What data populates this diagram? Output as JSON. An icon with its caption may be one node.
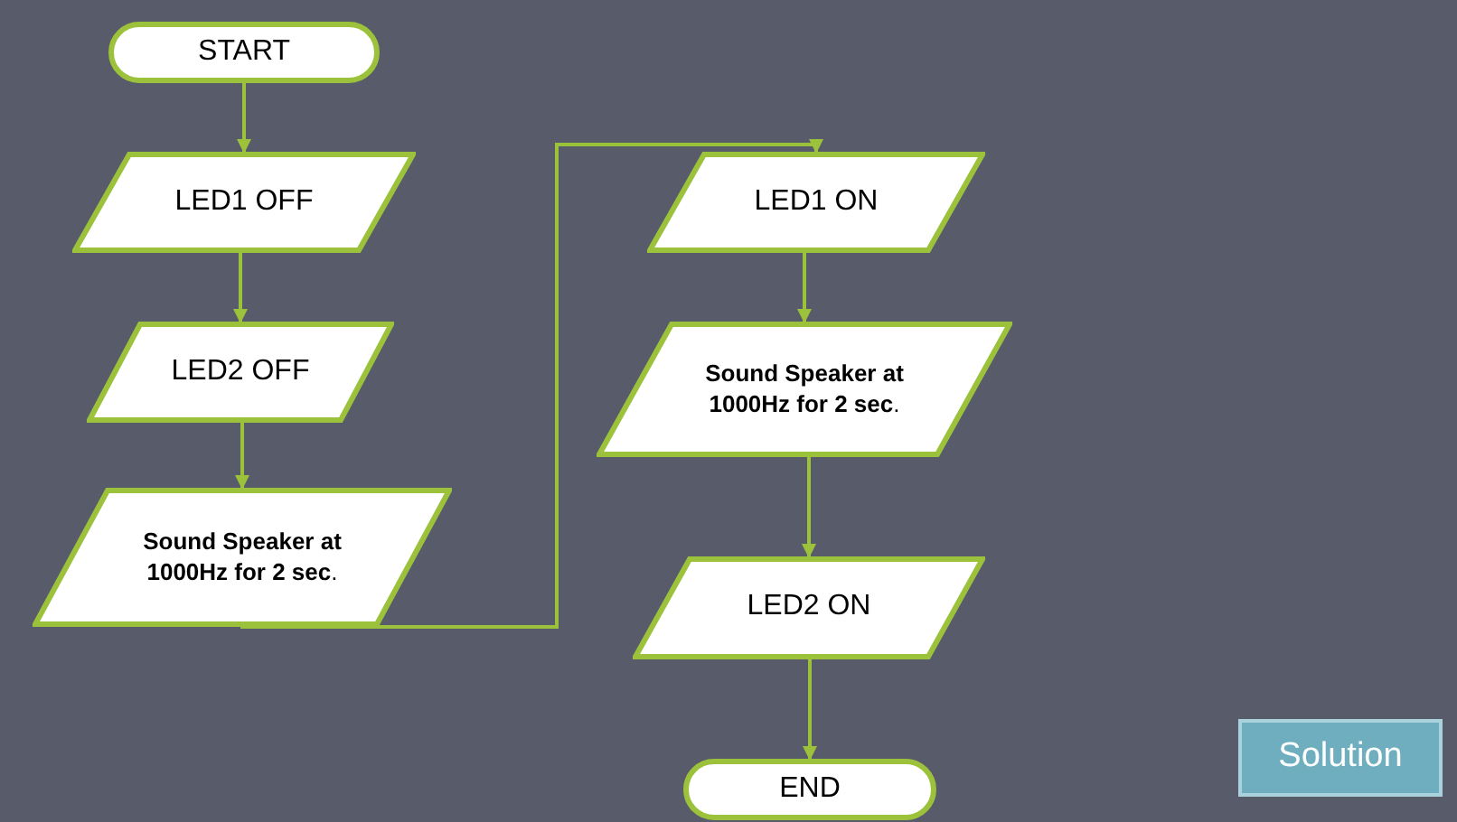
{
  "diagram": {
    "nodes": [
      {
        "text": [
          "START"
        ]
      },
      {
        "text": [
          "LED1 OFF"
        ]
      },
      {
        "text": [
          "LED2 OFF"
        ]
      },
      {
        "text": [
          "**Sound Speaker at 1000Hz for 2 sec**."
        ]
      },
      {
        "text": [
          "LED1 ON"
        ]
      },
      {
        "text": [
          "**Sound Speaker at 1000Hz for 2 sec**."
        ]
      },
      {
        "text": [
          "LED2 ON"
        ]
      },
      {
        "text": [
          "END"
        ]
      },
      {
        "text": [
          "Solution"
        ]
      }
    ],
    "edges": [
      {
        "from": 0,
        "to": 1,
        "arrow": "to"
      },
      {
        "from": 1,
        "to": 2,
        "arrow": "to"
      },
      {
        "from": 2,
        "to": 3,
        "arrow": "to"
      },
      {
        "from": 3,
        "to": 4,
        "arrow": "to"
      },
      {
        "from": 4,
        "to": 5,
        "arrow": "to"
      },
      {
        "from": 5,
        "to": 6,
        "arrow": "to"
      },
      {
        "from": 6,
        "to": 7,
        "arrow": "to"
      }
    ]
  }
}
